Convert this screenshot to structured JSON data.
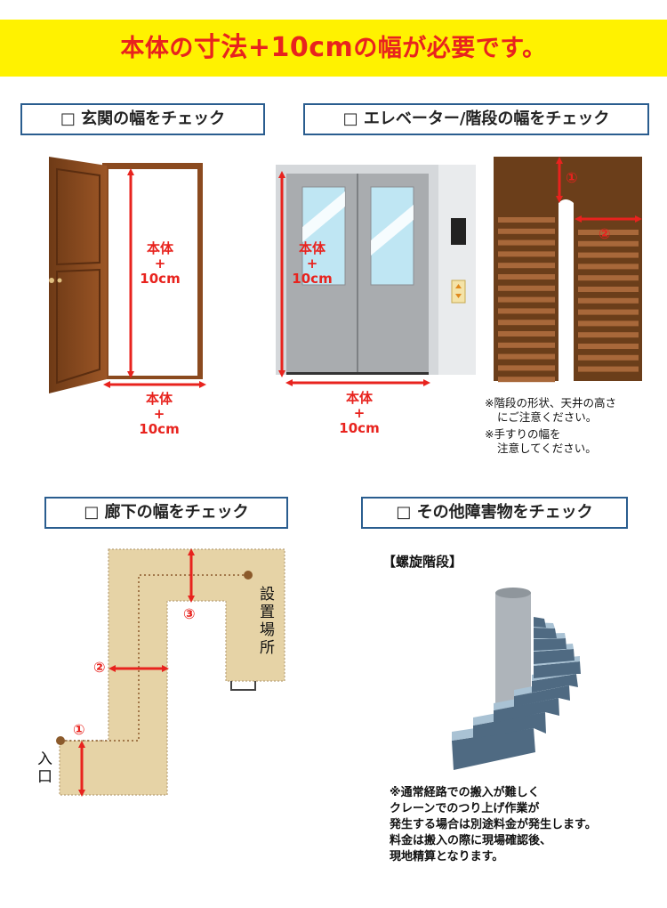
{
  "banner": {
    "pre": "本体の",
    "highlight": "寸法+10cm",
    "post": "の幅が必要です。"
  },
  "sections": {
    "entrance": {
      "title": "□ 玄関の幅をチェック"
    },
    "elevator": {
      "title": "□ エレベーター/階段の幅をチェック"
    },
    "hallway": {
      "title": "□ 廊下の幅をチェック"
    },
    "other": {
      "title": "□ その他障害物をチェック"
    }
  },
  "dimension_label": {
    "line1": "本体",
    "line2": "+",
    "line3": "10cm"
  },
  "stairs": {
    "marker1": "①",
    "marker2": "②",
    "note1_line1": "※階段の形状、天井の高さ",
    "note1_line2": "にご注意ください。",
    "note2_line1": "※手すりの幅を",
    "note2_line2": "注意してください。"
  },
  "hallway_map": {
    "marker1": "①",
    "marker2": "②",
    "marker3": "③",
    "entrance_label": [
      "入",
      "口"
    ],
    "destination_label": [
      "設",
      "置",
      "場",
      "所"
    ]
  },
  "spiral": {
    "title": "【螺旋階段】",
    "note_lines": [
      "※通常経路での搬入が難しく",
      "クレーンでのつり上げ作業が",
      "発生する場合は別途料金が発生します。",
      "料金は搬入の際に現場確認後、",
      "現地精算となります。"
    ]
  },
  "colors": {
    "banner_bg": "#fff200",
    "accent_red": "#e8231e",
    "frame_blue": "#2a5d8f",
    "door_brown": "#8b4a1f",
    "floor_beige": "#e6d3a6"
  }
}
